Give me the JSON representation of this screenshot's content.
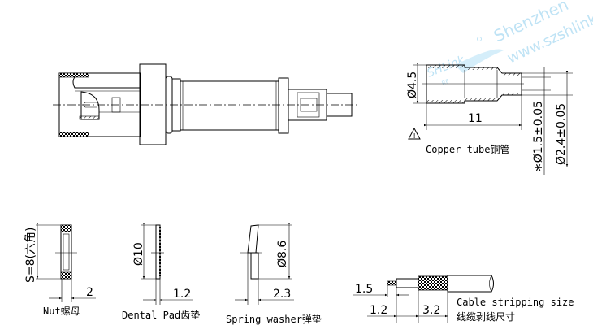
{
  "watermark": {
    "city": "Shenzhen",
    "url": "www.szshlink",
    "logo": "SHLink",
    "logo_sub": "RF"
  },
  "copper_tube": {
    "dim_diameter": "Ø4.5",
    "dim_length": "11",
    "dim_inner": "∗Ø1.5±0.05",
    "dim_outer": "Ø2.4±0.05",
    "warning_symbol": "!",
    "label": "Copper tube铜管"
  },
  "nut": {
    "dim_hex": "S=8(六角)",
    "dim_thickness": "2",
    "label": "Nut螺母"
  },
  "dental_pad": {
    "dim_diameter": "Ø10",
    "dim_thickness": "1.2",
    "label": "Dental Pad齿垫"
  },
  "spring_washer": {
    "dim_diameter": "Ø8.6",
    "dim_thickness": "2.3",
    "label": "Spring washer弹垫"
  },
  "cable": {
    "dim_pin": "1.5",
    "dim_dielectric": "1.2",
    "dim_braid": "3.2",
    "label_en": "Cable stripping size",
    "label_cn": "线缆剥线尺寸"
  }
}
